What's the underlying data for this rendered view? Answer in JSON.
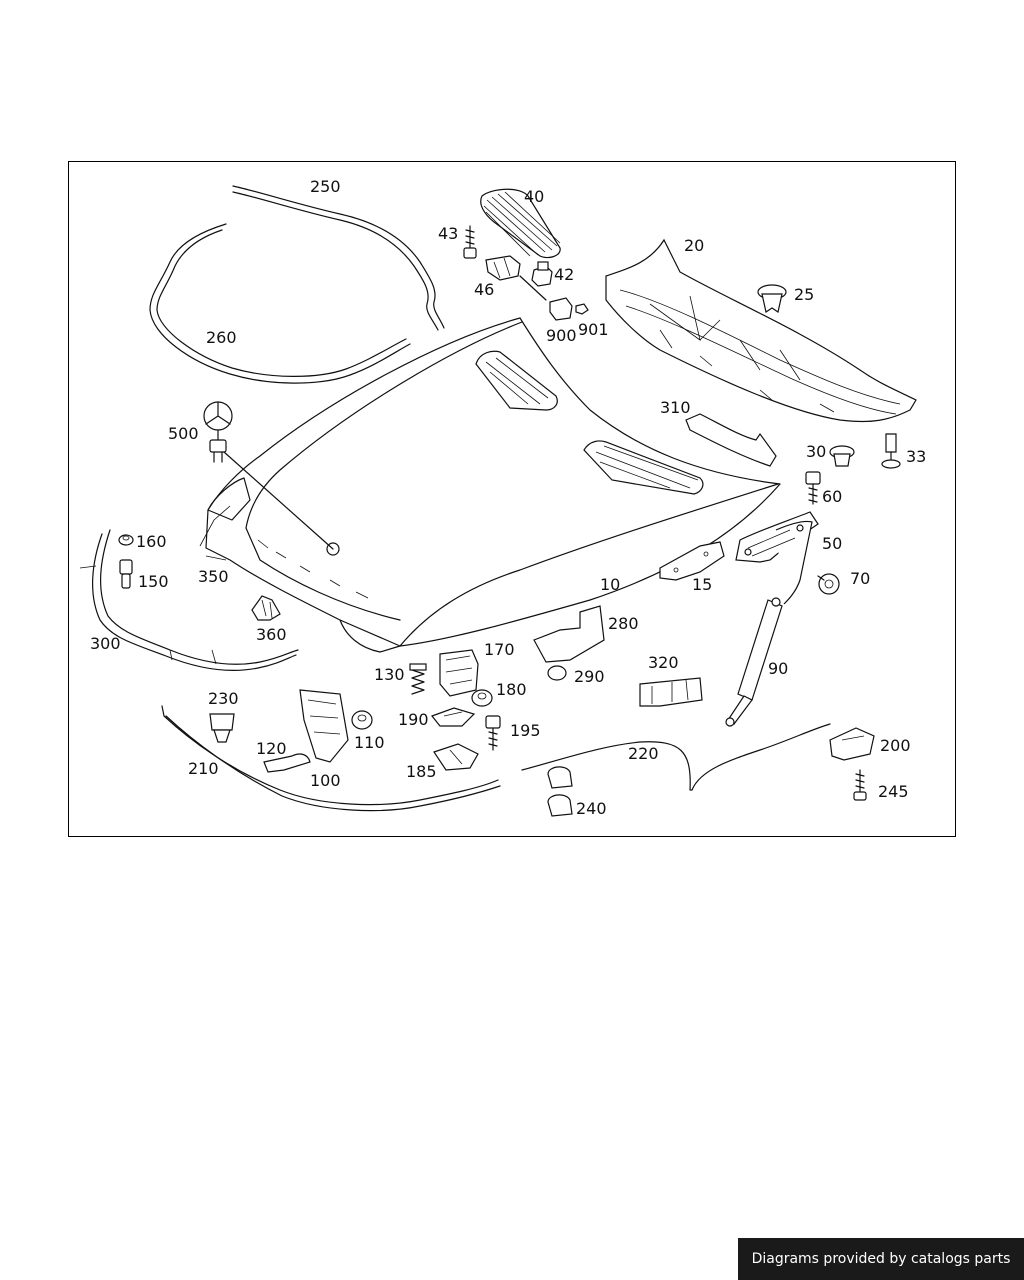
{
  "diagram": {
    "labels": [
      "250",
      "40",
      "43",
      "42",
      "46",
      "20",
      "25",
      "900",
      "901",
      "260",
      "500",
      "310",
      "30",
      "33",
      "60",
      "50",
      "70",
      "160",
      "150",
      "350",
      "10",
      "15",
      "300",
      "360",
      "280",
      "170",
      "320",
      "130",
      "180",
      "290",
      "90",
      "230",
      "110",
      "190",
      "195",
      "120",
      "210",
      "100",
      "185",
      "220",
      "200",
      "245",
      "240"
    ]
  },
  "footer": {
    "credit_text": "Diagrams provided by catalogs parts"
  },
  "colors": {
    "banner_bg": "#1a1a1a",
    "banner_text": "#ffffff",
    "line": "#111111"
  }
}
